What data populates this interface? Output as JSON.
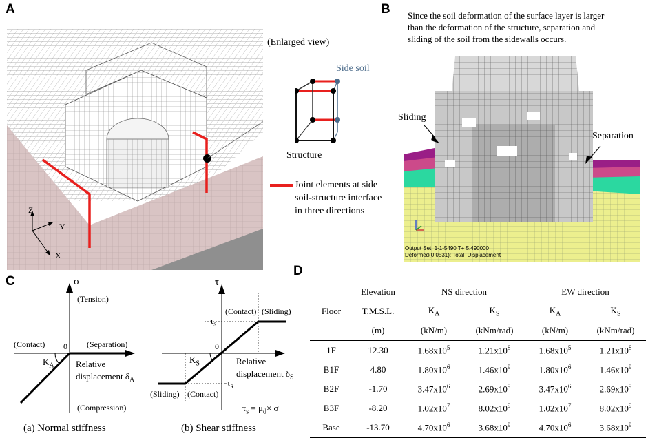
{
  "panel_a": {
    "letter": "A",
    "enlarged_label": "(Enlarged view)",
    "side_soil_label": "Side soil",
    "structure_label": "Structure",
    "legend_text_1": "Joint elements at side",
    "legend_text_2": "soil-structure interface",
    "legend_text_3": "in three directions",
    "axis_z": "Z",
    "axis_y": "Y",
    "axis_x": "X"
  },
  "panel_b": {
    "letter": "B",
    "caption_1": "Since the soil deformation of the surface layer is larger",
    "caption_2": "than the deformation of the structure, separation and",
    "caption_3": "sliding of the soil from the sidewalls occurs.",
    "sliding_label": "Sliding",
    "separation_label": "Separation",
    "footer_1": "Output Set: 1-1-5490 T+ 5.490000",
    "footer_2": "Deformed(0.0531): Total_Displacement"
  },
  "panel_c": {
    "letter": "C",
    "normal": {
      "sigma": "σ",
      "tension": "(Tension)",
      "compression": "(Compression)",
      "contact": "(Contact)",
      "separation": "(Separation)",
      "zero": "0",
      "ka": "K",
      "ka_sub": "A",
      "rel_1": "Relative",
      "rel_2": "displacement",
      "delta": "δ",
      "delta_sub": "A",
      "caption": "(a) Normal stiffness"
    },
    "shear": {
      "tau": "τ",
      "contact_top": "(Contact)",
      "sliding_top": "(Sliding)",
      "tau_s": "τ",
      "tau_s_sub": "s",
      "neg_tau_s": "-τ",
      "neg_tau_s_sub": "s",
      "zero": "0",
      "ks": "K",
      "ks_sub": "S",
      "rel_1": "Relative",
      "rel_2": "displacement",
      "delta": "δ",
      "delta_sub": "S",
      "sliding_bottom": "(Sliding)",
      "contact_bottom": "(Contact)",
      "formula_lhs": "τ",
      "formula_lhs_sub": "s",
      "formula_eq": " = μ",
      "formula_mu_sub": "d",
      "formula_rhs": "× σ",
      "caption": "(b) Shear stiffness"
    }
  },
  "panel_d": {
    "letter": "D",
    "header": {
      "floor": "Floor",
      "elevation": "Elevation",
      "tmsl": "T.M.S.L.",
      "unit_m": "(m)",
      "ns": "NS direction",
      "ew": "EW direction",
      "ka": "K",
      "ka_sub": "A",
      "ks": "K",
      "ks_sub": "S",
      "unit_ka": "(kN/m)",
      "unit_ks": "(kNm/rad)"
    },
    "rows": [
      {
        "floor": "1F",
        "elev": "12.30",
        "ns_ka": "1.68x10",
        "ns_ka_e": "5",
        "ns_ks": "1.21x10",
        "ns_ks_e": "8",
        "ew_ka": "1.68x10",
        "ew_ka_e": "5",
        "ew_ks": "1.21x10",
        "ew_ks_e": "8"
      },
      {
        "floor": "B1F",
        "elev": "4.80",
        "ns_ka": "1.80x10",
        "ns_ka_e": "6",
        "ns_ks": "1.46x10",
        "ns_ks_e": "9",
        "ew_ka": "1.80x10",
        "ew_ka_e": "6",
        "ew_ks": "1.46x10",
        "ew_ks_e": "9"
      },
      {
        "floor": "B2F",
        "elev": "-1.70",
        "ns_ka": "3.47x10",
        "ns_ka_e": "6",
        "ns_ks": "2.69x10",
        "ns_ks_e": "9",
        "ew_ka": "3.47x10",
        "ew_ka_e": "6",
        "ew_ks": "2.69x10",
        "ew_ks_e": "9"
      },
      {
        "floor": "B3F",
        "elev": "-8.20",
        "ns_ka": "1.02x10",
        "ns_ka_e": "7",
        "ns_ks": "8.02x10",
        "ns_ks_e": "9",
        "ew_ka": "1.02x10",
        "ew_ka_e": "7",
        "ew_ks": "8.02x10",
        "ew_ks_e": "9"
      },
      {
        "floor": "Base",
        "elev": "-13.70",
        "ns_ka": "4.70x10",
        "ns_ka_e": "6",
        "ns_ks": "3.68x10",
        "ns_ks_e": "9",
        "ew_ka": "4.70x10",
        "ew_ka_e": "6",
        "ew_ks": "3.68x10",
        "ew_ks_e": "9"
      }
    ]
  },
  "colors": {
    "joint_red": "#e8201e",
    "mesh_gray": "#9a9a9a",
    "soil_pink": "#d9c4c4",
    "soil_yellow": "#ecef8e",
    "soil_green": "#2bd8a0",
    "soil_purple": "#9a1e86",
    "side_soil_blue": "#4a6a8a"
  }
}
